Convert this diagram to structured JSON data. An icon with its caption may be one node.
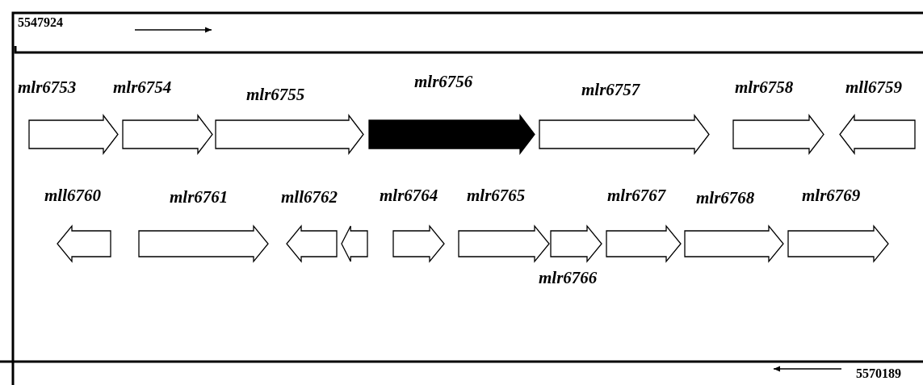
{
  "diagram": {
    "labels": [
      "5547924",
      "mlr6753",
      "mlr6754",
      "mlr6755",
      "mlr6756",
      "mlr6757",
      "mlr6758",
      "mll6759",
      "mll6760",
      "mlr6761",
      "mll6762",
      "mlr6764",
      "mlr6765",
      "mlr6767",
      "mlr6768",
      "mlr6769",
      "mlr6766",
      "5570189"
    ]
  }
}
